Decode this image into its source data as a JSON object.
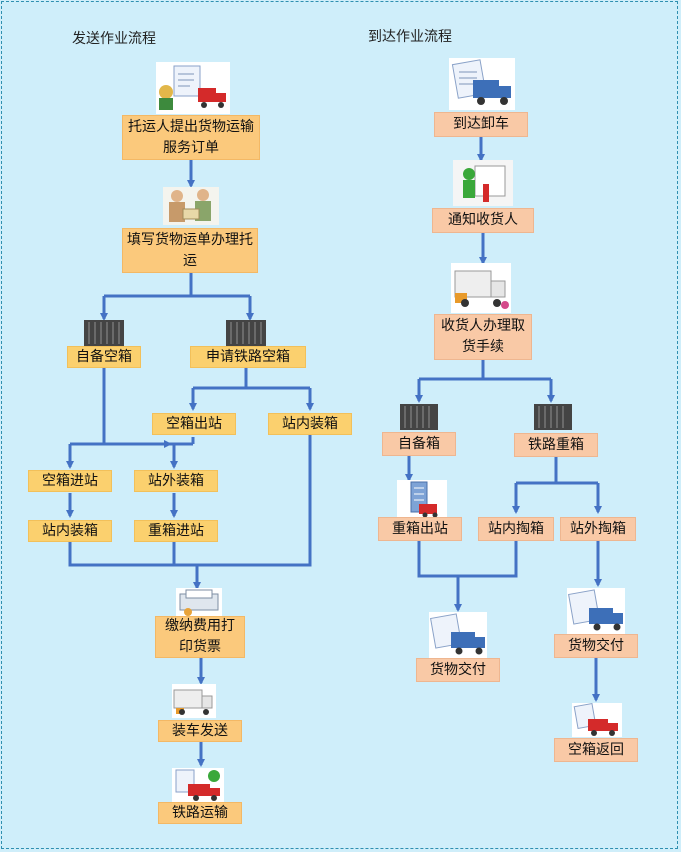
{
  "titles": {
    "dispatch": "发送作业流程",
    "arrival": "到达作业流程"
  },
  "dispatch": {
    "order": "托运人提出货物运输服务订单",
    "waybill": "填写货物运单办理托运",
    "own_empty_box": "自备空箱",
    "apply_rail_empty_box": "申请铁路空箱",
    "empty_box_out": "空箱出站",
    "in_station_loading_1": "站内装箱",
    "empty_box_in": "空箱进站",
    "out_station_loading": "站外装箱",
    "in_station_loading_2": "站内装箱",
    "heavy_box_in": "重箱进站",
    "pay_fees": "缴纳费用打印货票",
    "load_and_ship": "装车发送",
    "rail_transport": "铁路运输"
  },
  "arrival": {
    "unload": "到达卸车",
    "notify": "通知收货人",
    "pickup_procedure": "收货人办理取货手续",
    "own_box": "自备箱",
    "rail_heavy_box": "铁路重箱",
    "heavy_box_out": "重箱出站",
    "in_station_unpacking": "站内掏箱",
    "out_station_unpacking": "站外掏箱",
    "delivery_1": "货物交付",
    "delivery_2": "货物交付",
    "empty_box_return": "空箱返回"
  },
  "colors": {
    "background": "#cfeefa",
    "connector": "#4472c4",
    "box_orange": "#fbc97c",
    "box_yellow": "#fbd06e",
    "box_peach": "#f9c9a6"
  }
}
